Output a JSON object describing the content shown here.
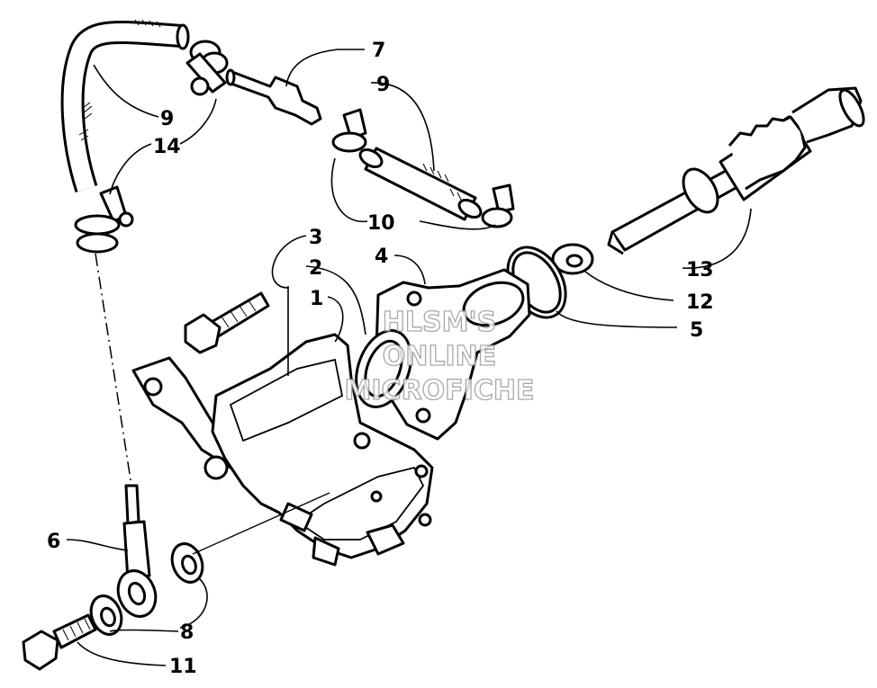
{
  "diagram": {
    "watermark": [
      "HLSM'S",
      "ONLINE",
      "MICROFICHE"
    ],
    "callouts": [
      {
        "id": "c7",
        "label": "7"
      },
      {
        "id": "c9a",
        "label": "9"
      },
      {
        "id": "c9b",
        "label": "9"
      },
      {
        "id": "c14",
        "label": "14"
      },
      {
        "id": "c10",
        "label": "10"
      },
      {
        "id": "c3",
        "label": "3"
      },
      {
        "id": "c2",
        "label": "2"
      },
      {
        "id": "c1",
        "label": "1"
      },
      {
        "id": "c4",
        "label": "4"
      },
      {
        "id": "c13",
        "label": "13"
      },
      {
        "id": "c12",
        "label": "12"
      },
      {
        "id": "c5",
        "label": "5"
      },
      {
        "id": "c6",
        "label": "6"
      },
      {
        "id": "c8",
        "label": "8"
      },
      {
        "id": "c11",
        "label": "11"
      }
    ]
  }
}
